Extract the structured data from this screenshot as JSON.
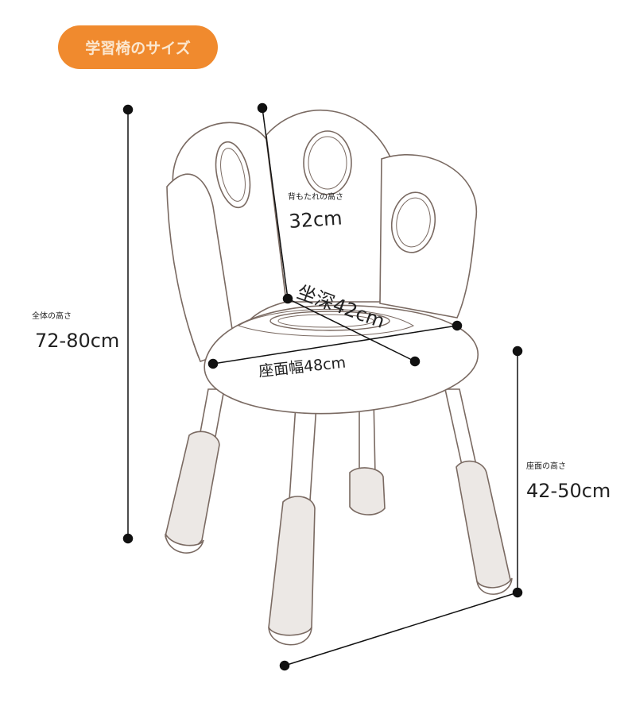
{
  "badge": {
    "title": "学習椅のサイズ",
    "color": "#f08a2e"
  },
  "dimensions": {
    "total_height": {
      "label": "全体の高さ",
      "value": "72-80cm"
    },
    "backrest_height": {
      "label": "背もたれの高さ",
      "value": "32cm"
    },
    "seat_depth": {
      "value": "坐深42cm"
    },
    "seat_width": {
      "value": "座面幅48cm"
    },
    "seat_height": {
      "label": "座面の高さ",
      "value": "42-50cm"
    }
  },
  "colors": {
    "line": "#111111",
    "outline": "#7a6a62",
    "pad": "#e8e4e1"
  }
}
